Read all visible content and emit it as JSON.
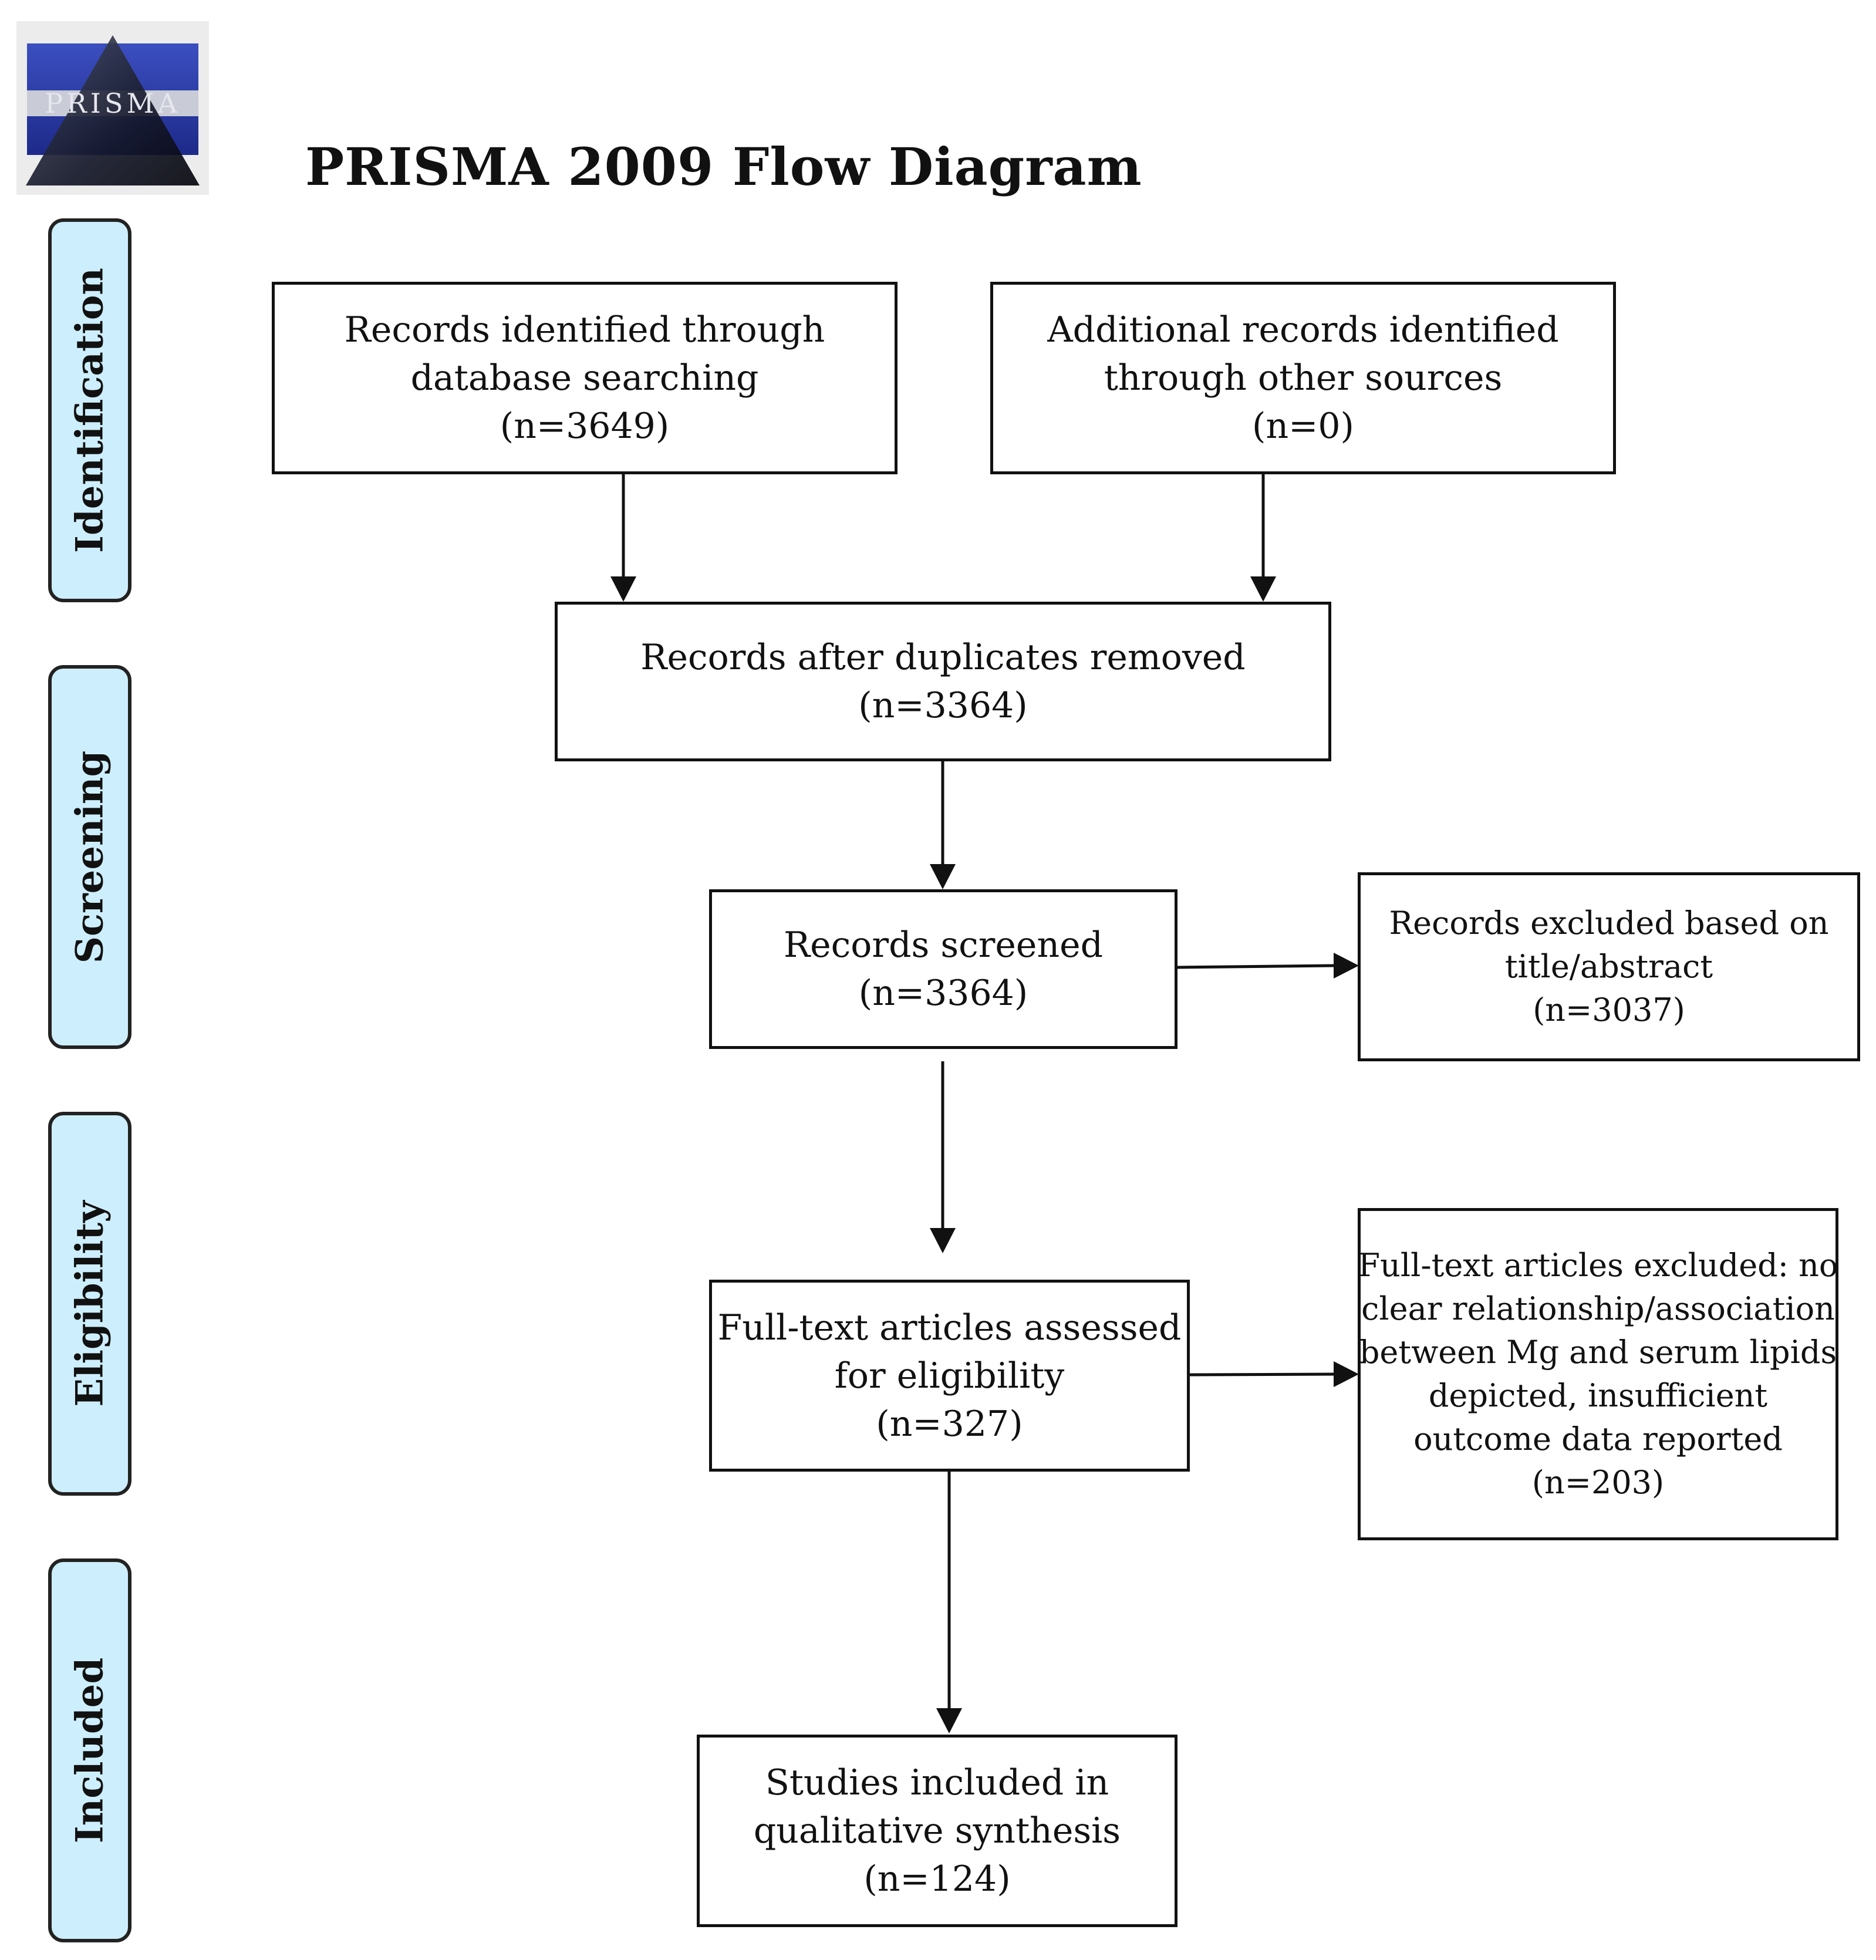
{
  "logo": {
    "text": "PRISMA"
  },
  "title": "PRISMA 2009 Flow Diagram",
  "stages": {
    "identification": "Identification",
    "screening": "Screening",
    "eligibility": "Eligibility",
    "included": "Included"
  },
  "boxes": {
    "database": {
      "lines": [
        "Records identified through",
        "database searching",
        "(n=3649)"
      ]
    },
    "other_sources": {
      "lines": [
        "Additional records identified",
        "through other sources",
        "(n=0)"
      ]
    },
    "after_duplicates": {
      "lines": [
        "Records after duplicates removed",
        "(n=3364)"
      ]
    },
    "screened": {
      "lines": [
        "Records screened",
        "(n=3364)"
      ]
    },
    "excluded_title": {
      "lines": [
        "Records excluded based on",
        "title/abstract",
        "(n=3037)"
      ]
    },
    "fulltext": {
      "lines": [
        "Full-text articles assessed",
        "for eligibility",
        "(n=327)"
      ]
    },
    "fulltext_excluded": {
      "lines": [
        "Full-text articles excluded: no",
        "clear relationship/association",
        "between Mg and serum lipids",
        "depicted, insufficient",
        "outcome data reported",
        "(n=203)"
      ]
    },
    "included": {
      "lines": [
        "Studies included in",
        "qualitative synthesis",
        "(n=124)"
      ]
    }
  }
}
